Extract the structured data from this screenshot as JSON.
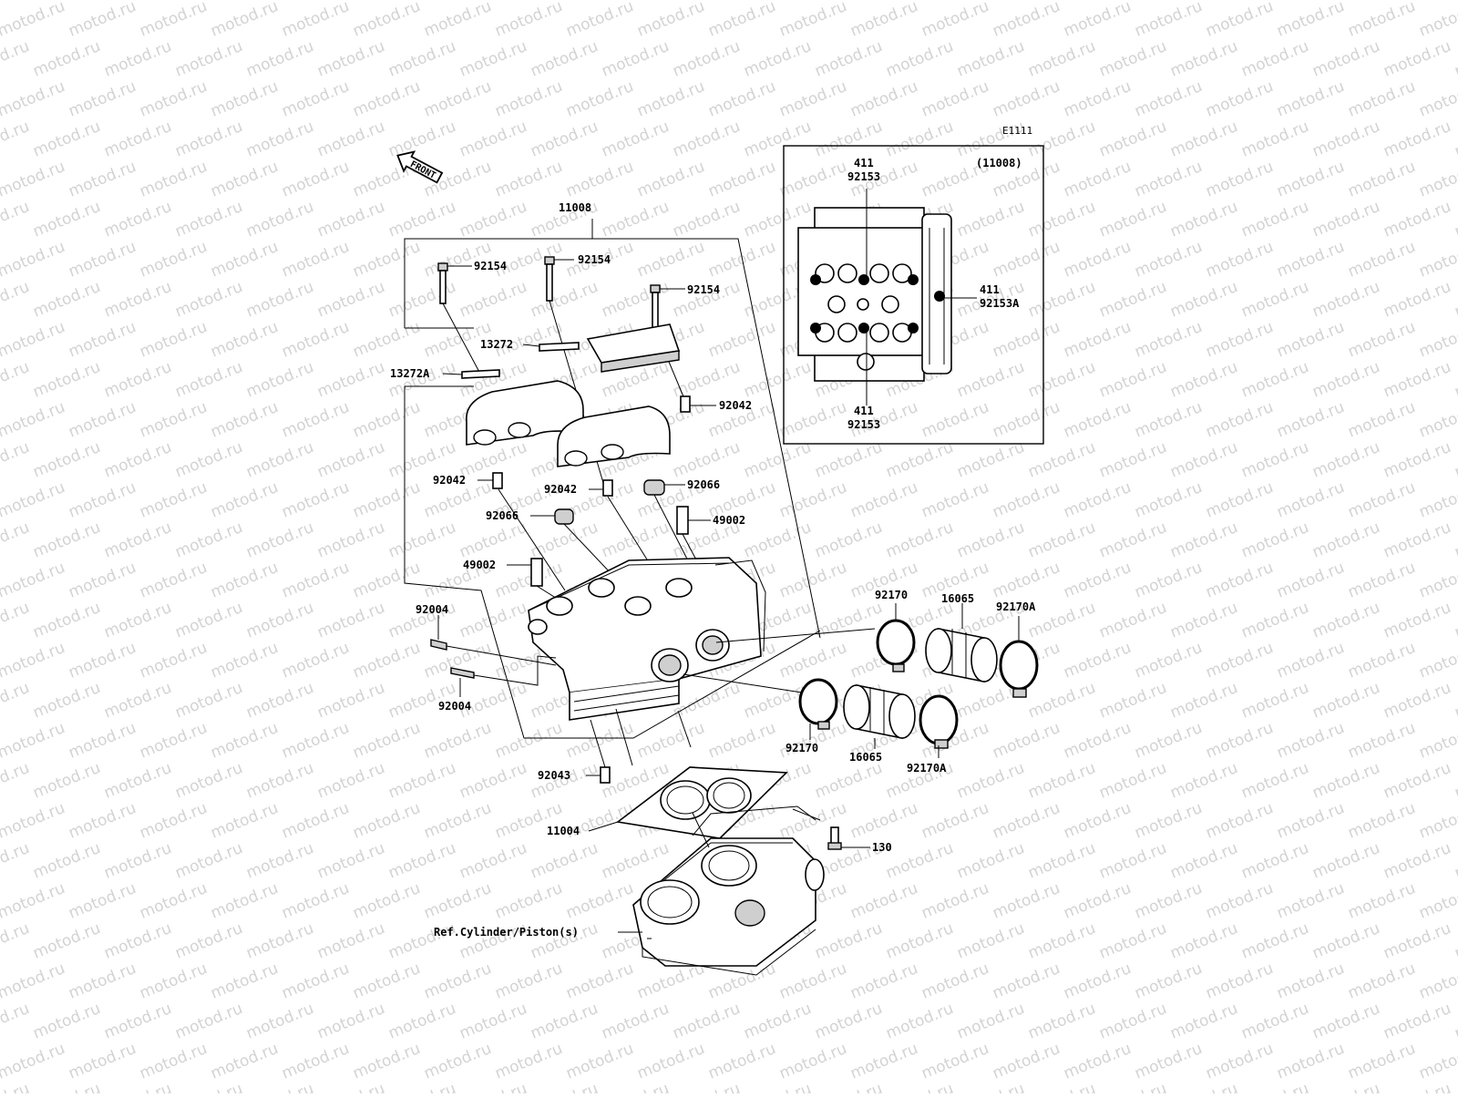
{
  "diagram": {
    "code": "E1111",
    "front_label": "FRONT",
    "inset_ref": "(11008)",
    "watermark": "motod.ru",
    "callouts": {
      "c11008": "11008",
      "c92154a": "92154",
      "c92154b": "92154",
      "c92154c": "92154",
      "c13272": "13272",
      "c13272A": "13272A",
      "c92042a": "92042",
      "c92042b": "92042",
      "c92042c": "92042",
      "c92066a": "92066",
      "c92066b": "92066",
      "c49002a": "49002",
      "c49002b": "49002",
      "c92004a": "92004",
      "c92004b": "92004",
      "c92043": "92043",
      "c11004": "11004",
      "c130": "130",
      "cRef": "Ref.Cylinder/Piston(s)",
      "c92170a": "92170",
      "c92170b": "92170",
      "c16065a": "16065",
      "c16065b": "16065",
      "c92170Aa": "92170A",
      "c92170Ab": "92170A",
      "i411a": "411",
      "i92153a": "92153",
      "i411b": "411",
      "i92153A": "92153A",
      "i411c": "411",
      "i92153b": "92153"
    }
  }
}
